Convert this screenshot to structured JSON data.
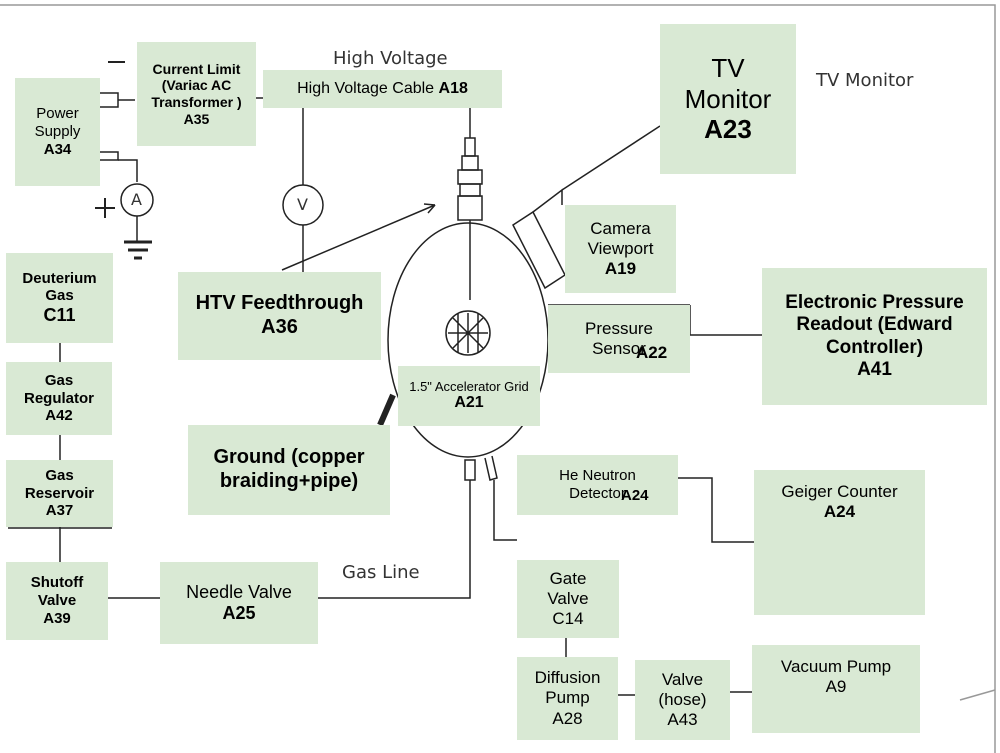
{
  "labels": {
    "high_voltage": "High Voltage",
    "tv_monitor": "TV Monitor",
    "gas_line": "Gas Line",
    "minus": "—",
    "plus": "+",
    "ammeter": "A",
    "voltmeter": "V"
  },
  "components": {
    "power_supply": {
      "name": "Power Supply",
      "code": "A34"
    },
    "current_limit": {
      "name": "Current Limit (Variac AC Transformer ) A35"
    },
    "hv_cable": {
      "name": "High Voltage Cable",
      "code": "A18"
    },
    "tv_monitor": {
      "name": "TV Monitor",
      "code": "A23"
    },
    "deuterium_gas": {
      "name": "Deuterium Gas",
      "code": "C11"
    },
    "htv_feedthrough": {
      "name": "HTV Feedthrough A36"
    },
    "camera_viewport": {
      "name": "Camera Viewport",
      "code": "A19"
    },
    "pressure_sensor": {
      "name": "Pressure Sensor",
      "code": "A22"
    },
    "pressure_readout": {
      "name": "Electronic Pressure Readout (Edward Controller)",
      "code": "A41"
    },
    "gas_regulator": {
      "name": "Gas Regulator",
      "code": "A42"
    },
    "accel_grid": {
      "name": "1.5\" Accelerator Grid",
      "code": "A21"
    },
    "ground": {
      "name": "Ground (copper braiding+pipe)"
    },
    "gas_reservoir": {
      "name": "Gas Reservoir",
      "code": "A37"
    },
    "he_detector": {
      "name": "He Neutron Detector",
      "code": "A24"
    },
    "geiger_counter": {
      "name": "Geiger Counter",
      "code": "A24"
    },
    "shutoff_valve": {
      "name": "Shutoff Valve",
      "code": "A39"
    },
    "needle_valve": {
      "name": "Needle Valve",
      "code": "A25"
    },
    "gate_valve": {
      "name": "Gate Valve",
      "code": "C14"
    },
    "diffusion_pump": {
      "name": "Diffusion Pump",
      "code": "A28"
    },
    "valve_hose": {
      "name": "Valve (hose)",
      "code": "A43"
    },
    "vacuum_pump": {
      "name": "Vacuum Pump",
      "code": "A9"
    }
  },
  "colors": {
    "box_fill": "#d9e9d4",
    "line": "#222222",
    "sketch_text": "#333333"
  }
}
